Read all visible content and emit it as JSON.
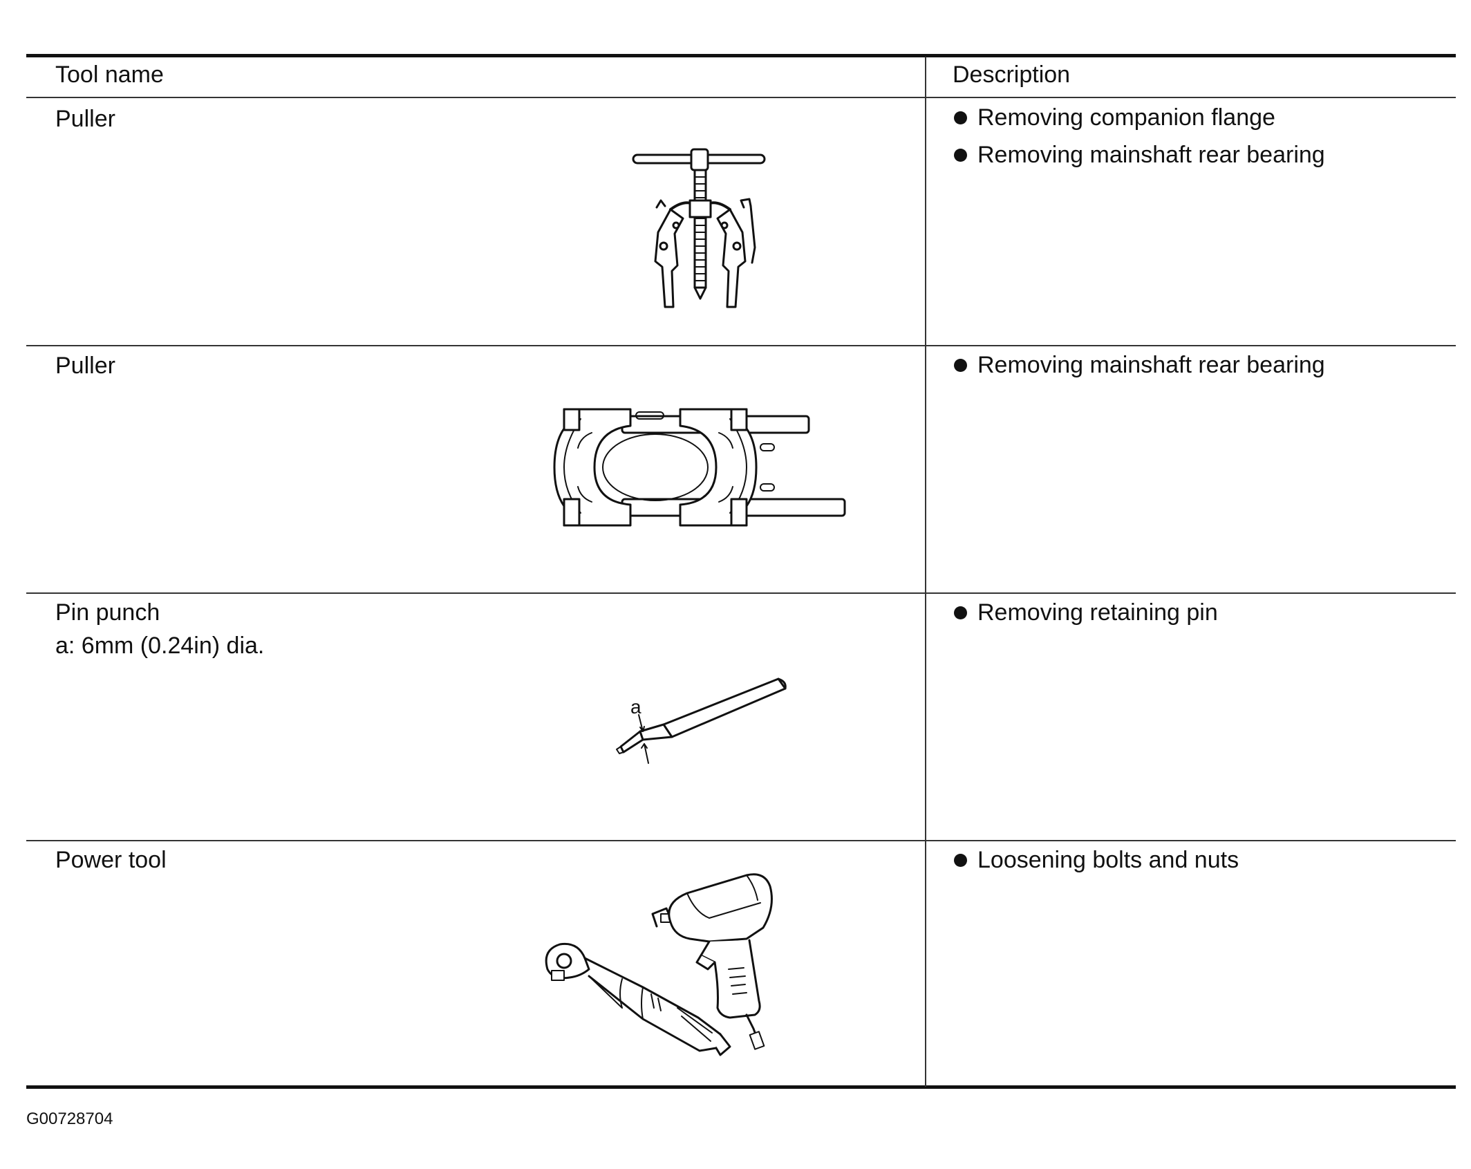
{
  "table": {
    "headers": {
      "tool_name": "Tool name",
      "description": "Description"
    },
    "rows": [
      {
        "name": "Puller",
        "sub": "",
        "illustration": "three-jaw-puller-icon",
        "descriptions": [
          "Removing companion flange",
          "Removing mainshaft rear bearing"
        ]
      },
      {
        "name": "Puller",
        "sub": "",
        "illustration": "bearing-separator-icon",
        "descriptions": [
          "Removing mainshaft rear bearing"
        ]
      },
      {
        "name": "Pin punch",
        "sub": "a: 6mm (0.24in) dia.",
        "illustration": "pin-punch-icon",
        "callout": "a",
        "descriptions": [
          "Removing retaining pin"
        ]
      },
      {
        "name": "Power tool",
        "sub": "",
        "illustration": "air-ratchet-and-impact-wrench-icon",
        "descriptions": [
          "Loosening bolts and nuts"
        ]
      }
    ]
  },
  "footer": {
    "code": "G00728704"
  }
}
